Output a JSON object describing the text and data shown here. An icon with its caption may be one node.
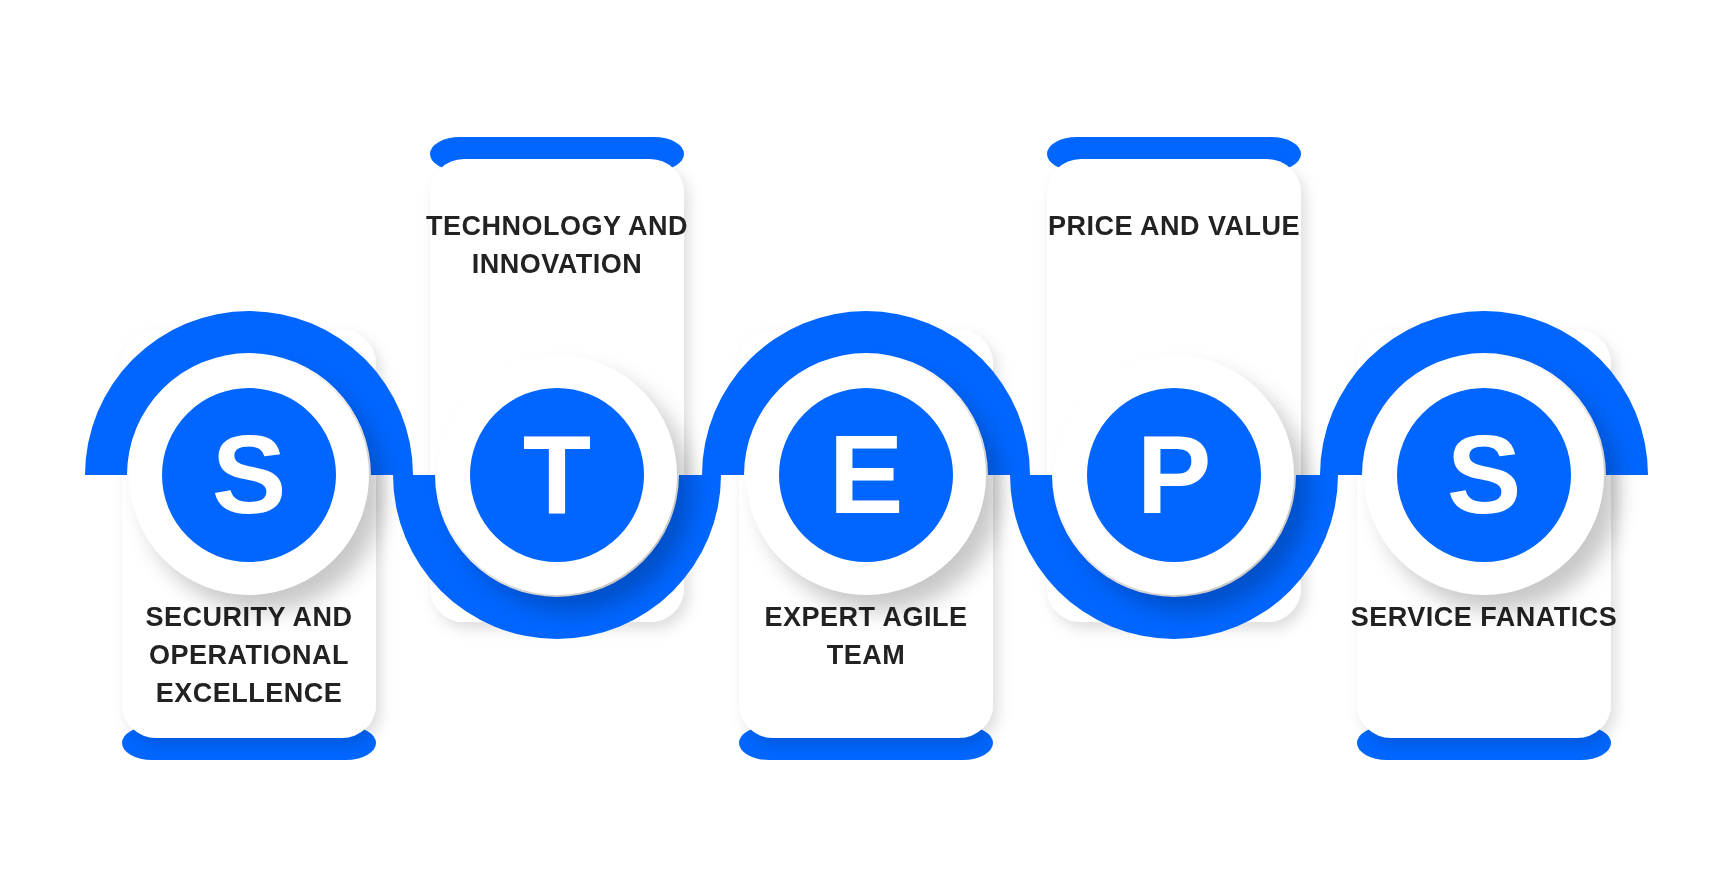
{
  "diagram": {
    "nodes": [
      {
        "text": [
          "SECURITY AND OPERATIONAL EXCELLENCE"
        ]
      },
      {
        "text": [
          "S"
        ],
        "in": 0
      },
      {
        "text": [
          "TECHNOLOGY AND INNOVATION"
        ]
      },
      {
        "text": [
          "T"
        ],
        "in": 2
      },
      {
        "text": [
          "EXPERT AGILE TEAM"
        ]
      },
      {
        "text": [
          "E"
        ],
        "in": 4
      },
      {
        "text": [
          "PRICE AND VALUE"
        ]
      },
      {
        "text": [
          "P"
        ],
        "in": 6
      },
      {
        "text": [
          "SERVICE FANATICS"
        ]
      },
      {
        "text": [
          "S"
        ],
        "in": 8
      }
    ]
  }
}
